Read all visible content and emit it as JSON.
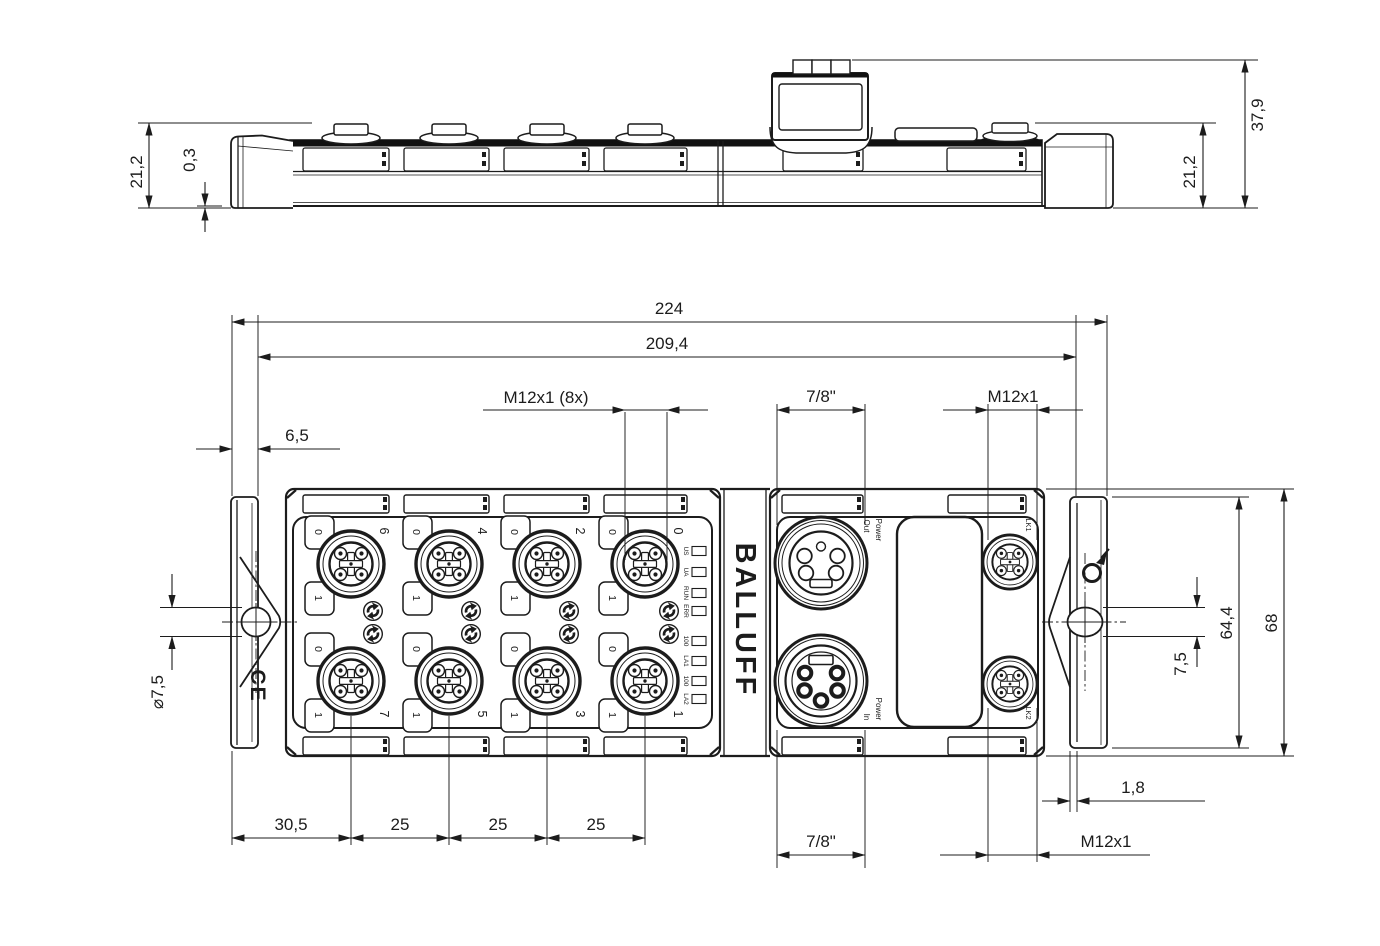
{
  "brand": "BALLUFF",
  "ce": "CE",
  "dims": {
    "side_height": "21,2",
    "side_offset": "0,3",
    "side_height_right": "21,2",
    "side_total_height": "37,9",
    "total_width": "224",
    "inner_width": "209,4",
    "edge_offset": "6,5",
    "ports_thread": "M12x1  (8x)",
    "power_thread_top": "7/8\"",
    "aux_thread_top": "M12x1",
    "hole_dia": "⌀7,5",
    "slot_width": "7,5",
    "bracket_height": "64,4",
    "total_height": "68",
    "pitch_first": "30,5",
    "pitch": "25",
    "power_thread_bottom": "7/8\"",
    "aux_thread_bottom": "M12x1",
    "lip_width": "1,8"
  },
  "ports": {
    "numbers_top": [
      "6",
      "4",
      "2",
      "0"
    ],
    "numbers_bottom": [
      "7",
      "5",
      "3",
      "1"
    ],
    "pin_a": "0",
    "pin_b": "1"
  },
  "leds": [
    "US",
    "UA",
    "RUN",
    "ERR",
    "100",
    "LA1",
    "100",
    "LA2"
  ],
  "connectors": {
    "power_out": [
      "Power",
      "Out"
    ],
    "power_in": [
      "Power",
      "In"
    ],
    "link1": "LK1",
    "link2": "LK2"
  }
}
